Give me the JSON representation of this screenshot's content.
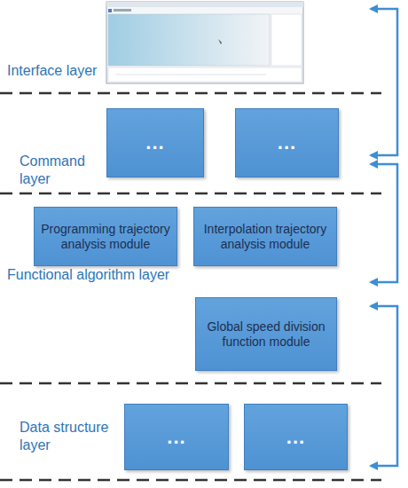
{
  "diagram": {
    "nodes": [
      {
        "text": [
          "..."
        ]
      },
      {
        "text": [
          "..."
        ]
      },
      {
        "text": [
          "Programming trajectory analysis module"
        ]
      },
      {
        "text": [
          "Interpolation trajectory analysis module"
        ]
      },
      {
        "text": [
          "Global speed division function module"
        ]
      },
      {
        "text": [
          "..."
        ]
      },
      {
        "text": [
          "..."
        ]
      }
    ],
    "labels": [
      "Interface layer",
      "Command layer",
      "Functional algorithm layer",
      "Data structure layer"
    ]
  }
}
